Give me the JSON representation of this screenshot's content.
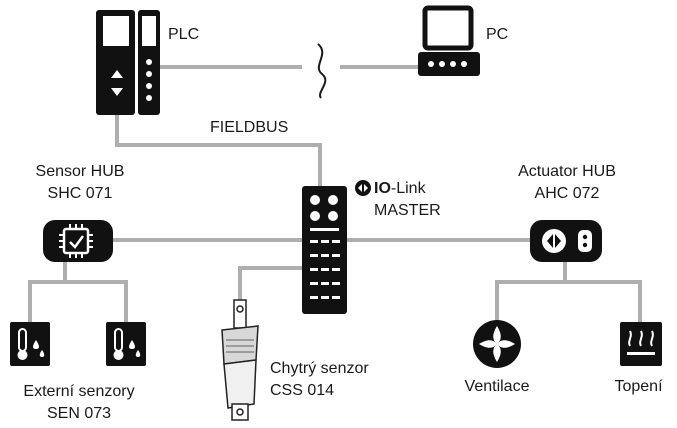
{
  "labels": {
    "plc": "PLC",
    "pc": "PC",
    "fieldbus": "FIELDBUS",
    "sensor_hub_line1": "Sensor HUB",
    "sensor_hub_line2": "SHC 071",
    "iolink_io": "IO",
    "iolink_link": "-Link",
    "iolink_master": "MASTER",
    "actuator_hub_line1": "Actuator HUB",
    "actuator_hub_line2": "AHC 072",
    "external_sensors_line1": "Externí senzory",
    "external_sensors_line2": "SEN 073",
    "smart_sensor_line1": "Chytrý senzor",
    "smart_sensor_line2": "CSS 014",
    "ventilation": "Ventilace",
    "heating": "Topení"
  },
  "colors": {
    "line": "#aeaeae",
    "device": "#111111",
    "text": "#1a1a1a"
  },
  "icons": {
    "plc": "plc-icon",
    "pc": "computer-icon",
    "sensor_hub": "sensor-hub-icon",
    "iolink_master": "iolink-master-icon",
    "actuator_hub": "actuator-hub-icon",
    "external_sensor": "thermometer-icon",
    "smart_sensor": "smart-sensor-icon",
    "ventilation": "fan-icon",
    "heating": "heater-icon"
  }
}
